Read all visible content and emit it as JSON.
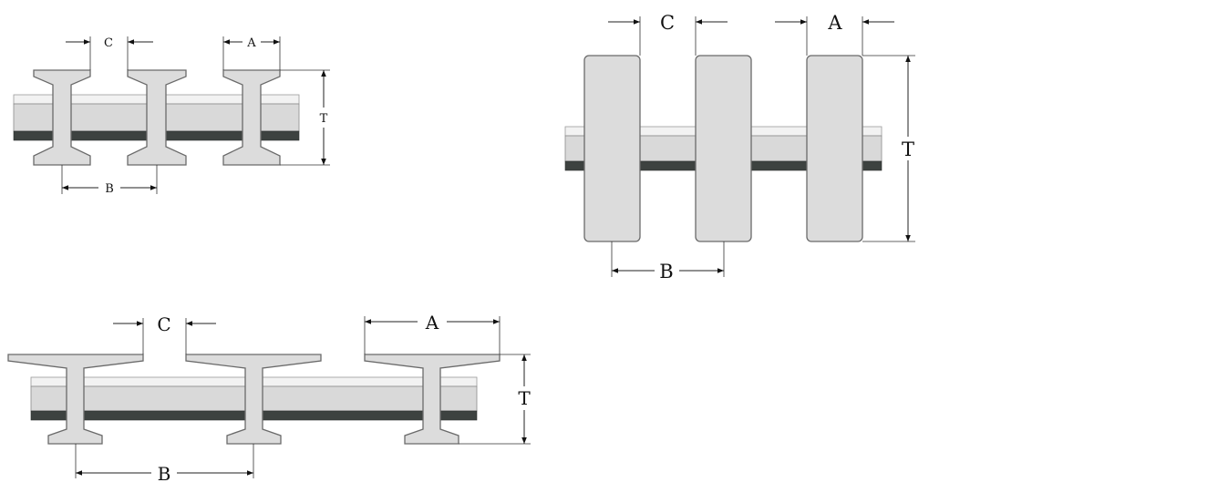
{
  "diagrams": [
    {
      "name": "i-bar-grating-small",
      "labels": {
        "a": "A",
        "b": "B",
        "c": "C",
        "t": "T"
      }
    },
    {
      "name": "rectangular-bar-grating",
      "labels": {
        "a": "A",
        "b": "B",
        "c": "C",
        "t": "T"
      }
    },
    {
      "name": "wide-flange-i-bar-grating",
      "labels": {
        "a": "A",
        "b": "B",
        "c": "C",
        "t": "T"
      }
    }
  ],
  "colors": {
    "profile_fill": "#dcdcdc",
    "profile_stroke": "#6a6a6a",
    "bar_dark": "#3d4240",
    "dimension_line": "#222222"
  }
}
